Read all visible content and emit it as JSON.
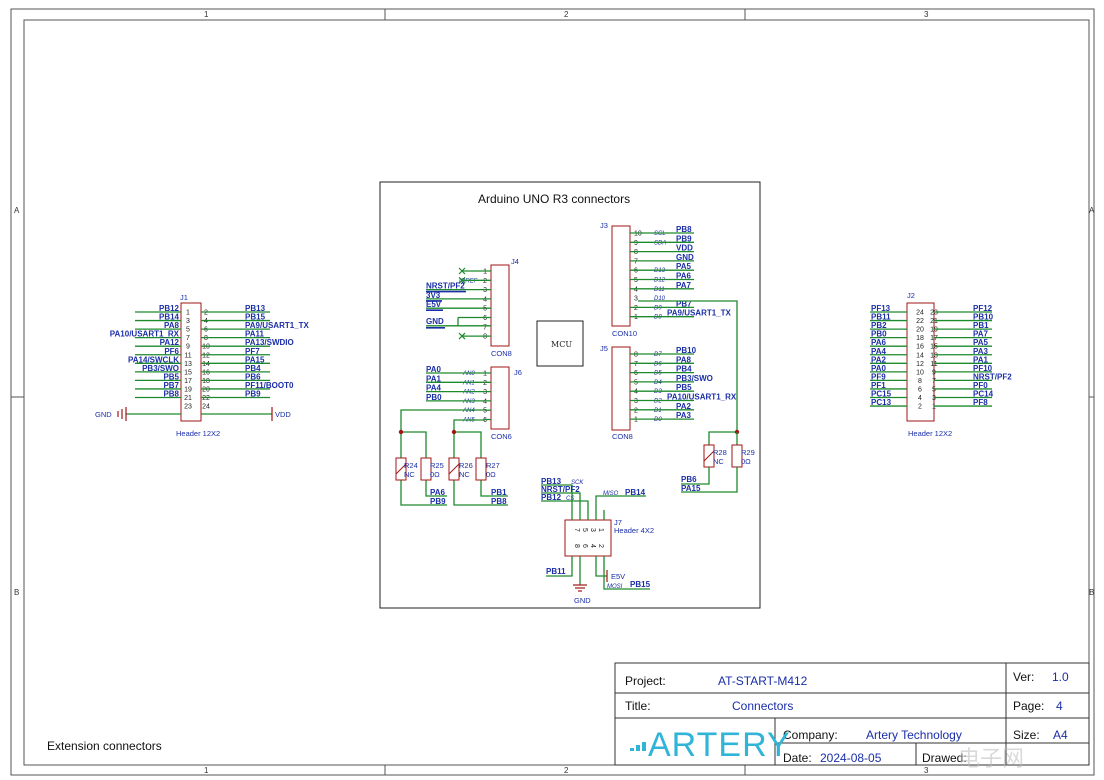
{
  "frame": {
    "cols": [
      "1",
      "2",
      "3"
    ],
    "rows": [
      "A",
      "B"
    ]
  },
  "box_title": "Arduino UNO R3 connectors",
  "sheet_note": "Extension connectors",
  "mcu_label": "MCU",
  "j1": {
    "ref": "J1",
    "value": "Header 12X2",
    "left_nets": [
      "PB12",
      "PB14",
      "PA8",
      "PA10/USART1_RX",
      "PA12",
      "PF6",
      "PA14/SWCLK",
      "PB3/SWO",
      "PB5",
      "PB7",
      "PB8"
    ],
    "right_nets": [
      "PB13",
      "PB15",
      "PA9/USART1_TX",
      "PA11",
      "PA13/SWDIO",
      "PF7",
      "PA15",
      "PB4",
      "PB6",
      "PF11/BOOT0",
      "PB9"
    ],
    "left_pins": [
      "1",
      "3",
      "5",
      "7",
      "9",
      "11",
      "13",
      "15",
      "17",
      "19",
      "21",
      "23"
    ],
    "right_pins": [
      "2",
      "4",
      "6",
      "8",
      "10",
      "12",
      "14",
      "16",
      "18",
      "20",
      "22",
      "24"
    ],
    "gnd": "GND",
    "vdd": "VDD"
  },
  "j2": {
    "ref": "J2",
    "value": "Header 12X2",
    "left_nets": [
      "PF13",
      "PB11",
      "PB2",
      "PB0",
      "PA6",
      "PA4",
      "PA2",
      "PA0",
      "PF9",
      "PF1",
      "PC15",
      "PC13"
    ],
    "right_nets": [
      "PF12",
      "PB10",
      "PB1",
      "PA7",
      "PA5",
      "PA3",
      "PA1",
      "PF10",
      "NRST/PF2",
      "PF0",
      "PC14",
      "PF8"
    ],
    "left_pins": [
      "24",
      "22",
      "20",
      "18",
      "16",
      "14",
      "12",
      "10",
      "8",
      "6",
      "4",
      "2"
    ],
    "right_pins": [
      "23",
      "21",
      "19",
      "17",
      "15",
      "13",
      "11",
      "9",
      "7",
      "5",
      "3",
      "1"
    ]
  },
  "j4": {
    "ref": "J4",
    "value": "CON8",
    "pins": [
      "1",
      "2",
      "3",
      "4",
      "5",
      "6",
      "7",
      "8"
    ],
    "italic": [
      "",
      "IOREF",
      "",
      "",
      "",
      "",
      "",
      ""
    ],
    "nets": [
      "NRST/PF2",
      "3V3",
      "E5V",
      "GND"
    ]
  },
  "j6": {
    "ref": "J6",
    "value": "CON6",
    "pins": [
      "1",
      "2",
      "3",
      "4",
      "5",
      "6"
    ],
    "italic": [
      "AN0",
      "AN1",
      "AN2",
      "AN3",
      "AN4",
      "AN5"
    ],
    "nets": [
      "PA0",
      "PA1",
      "PA4",
      "PB0"
    ]
  },
  "j3": {
    "ref": "J3",
    "value": "CON10",
    "pins": [
      "10",
      "9",
      "8",
      "7",
      "6",
      "5",
      "4",
      "3",
      "2",
      "1"
    ],
    "italic": [
      "SCL",
      "SDA",
      "",
      "",
      "D13",
      "D12",
      "D11",
      "D10",
      "D9",
      "D8"
    ],
    "nets": [
      "PB8",
      "PB9",
      "VDD",
      "GND",
      "PA5",
      "PA6",
      "PA7",
      "",
      "PB7",
      "PA9/USART1_TX"
    ]
  },
  "j5": {
    "ref": "J5",
    "value": "CON8",
    "pins": [
      "8",
      "7",
      "6",
      "5",
      "4",
      "3",
      "2",
      "1"
    ],
    "italic": [
      "D7",
      "D6",
      "D5",
      "D4",
      "D3",
      "D2",
      "D1",
      "D0"
    ],
    "nets": [
      "PB10",
      "PA8",
      "PB4",
      "PB3/SWO",
      "PB5",
      "PA10/USART1_RX",
      "PA2",
      "PA3"
    ]
  },
  "resistors": [
    {
      "ref": "R24",
      "value": "NC"
    },
    {
      "ref": "R25",
      "value": "0Ω"
    },
    {
      "ref": "R26",
      "value": "NC"
    },
    {
      "ref": "R27",
      "value": "0Ω"
    },
    {
      "ref": "R28",
      "value": "NC"
    },
    {
      "ref": "R29",
      "value": "0Ω"
    }
  ],
  "r_nets": {
    "pa6": "PA6",
    "pb9": "PB9",
    "pb1": "PB1",
    "pb8": "PB8",
    "pb6": "PB6",
    "pa15": "PA15"
  },
  "j7": {
    "ref": "J7",
    "value": "Header 4X2",
    "top_pins": [
      "7",
      "5",
      "3",
      "1"
    ],
    "bottom_pins": [
      "8",
      "6",
      "4",
      "2"
    ],
    "nets_top": [
      "PB13",
      "NRST/PF2",
      "PB12"
    ],
    "italic_top": [
      "SCK",
      "",
      "CS"
    ],
    "miso_italic": "MISO",
    "miso_net": "PB14",
    "pb11": "PB11",
    "gnd": "GND",
    "e5v": "E5V",
    "mosi_italic": "MOSI",
    "mosi_net": "PB15"
  },
  "title_block": {
    "project_label": "Project:",
    "project_value": "AT-START-M412",
    "ver_label": "Ver:",
    "ver_value": "1.0",
    "title_label": "Title:",
    "title_value": "Connectors",
    "page_label": "Page:",
    "page_value": "4",
    "company_label": "Company:",
    "company_value": "Artery Technology",
    "size_label": "Size:",
    "size_value": "A4",
    "date_label": "Date:",
    "date_value": "2024-08-05",
    "drawed_label": "Drawed:",
    "logo": "ARTERY",
    "watermark": "电子网"
  },
  "colors": {
    "wire": "#1d8a2e",
    "body": "#a31515",
    "net": "#1a2ea8"
  }
}
